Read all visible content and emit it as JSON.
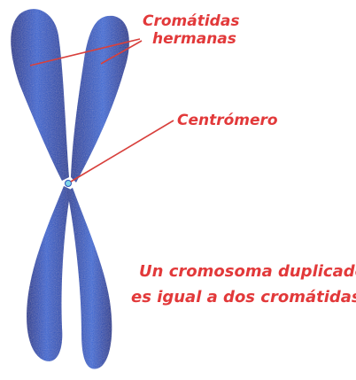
{
  "labels": {
    "sister_chromatids_line1": "Cromátidas",
    "sister_chromatids_line2": "hermanas",
    "centromere": "Centrómero",
    "caption_line1": "Un cromosoma duplicado",
    "caption_line2": "es igual a dos cromátidas"
  },
  "colors": {
    "label_text": "#e2393a",
    "pointer_line": "#d8403c",
    "chromatid_dark": "#1f3b9c",
    "chromatid_mid": "#2f5fcf",
    "chromatid_light": "#5b86e6",
    "centromere": "#7fd6e8",
    "background": "#ffffff"
  }
}
